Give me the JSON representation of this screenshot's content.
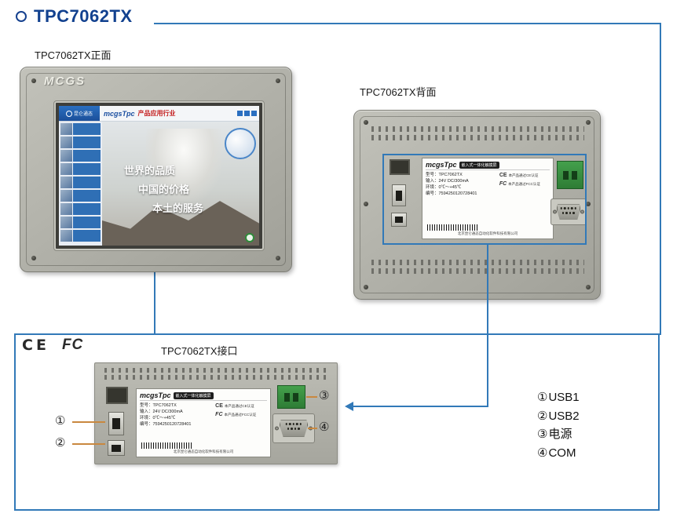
{
  "page": {
    "title": "TPC7062TX"
  },
  "views": {
    "front_caption": "TPC7062TX正面",
    "back_caption": "TPC7062TX背面",
    "interface_caption": "TPC7062TX接口"
  },
  "front_device": {
    "brand": "MCGS",
    "screen": {
      "logo_text": "昆仑通态",
      "header_brand": "mcgsTpc",
      "header_text": "产品应用行业",
      "slogans": [
        "世界的品质",
        "中国的价格",
        "本土的服务"
      ]
    }
  },
  "device_label": {
    "brand": "mcgsTpc",
    "badge": "嵌入式一体化触摸屏",
    "rows": [
      "型号：TPC7062TX",
      "输入：24V DC/300mA",
      "环境：0℃～+45℃",
      "编号：7594250120728401"
    ],
    "ce_mark": "CE",
    "fcc_mark": "FC",
    "ce_note": "本产品通过CE认证",
    "fcc_note": "本产品通过FCC认证",
    "company": "北京昆仑通态自动化软件科技有限公司"
  },
  "marks": {
    "ce": "CE",
    "fcc": "FC"
  },
  "callouts": [
    "①",
    "②",
    "③",
    "④"
  ],
  "legend": [
    {
      "num": "①",
      "label": "USB1"
    },
    {
      "num": "②",
      "label": "USB2"
    },
    {
      "num": "③",
      "label": "电源"
    },
    {
      "num": "④",
      "label": "COM"
    }
  ]
}
